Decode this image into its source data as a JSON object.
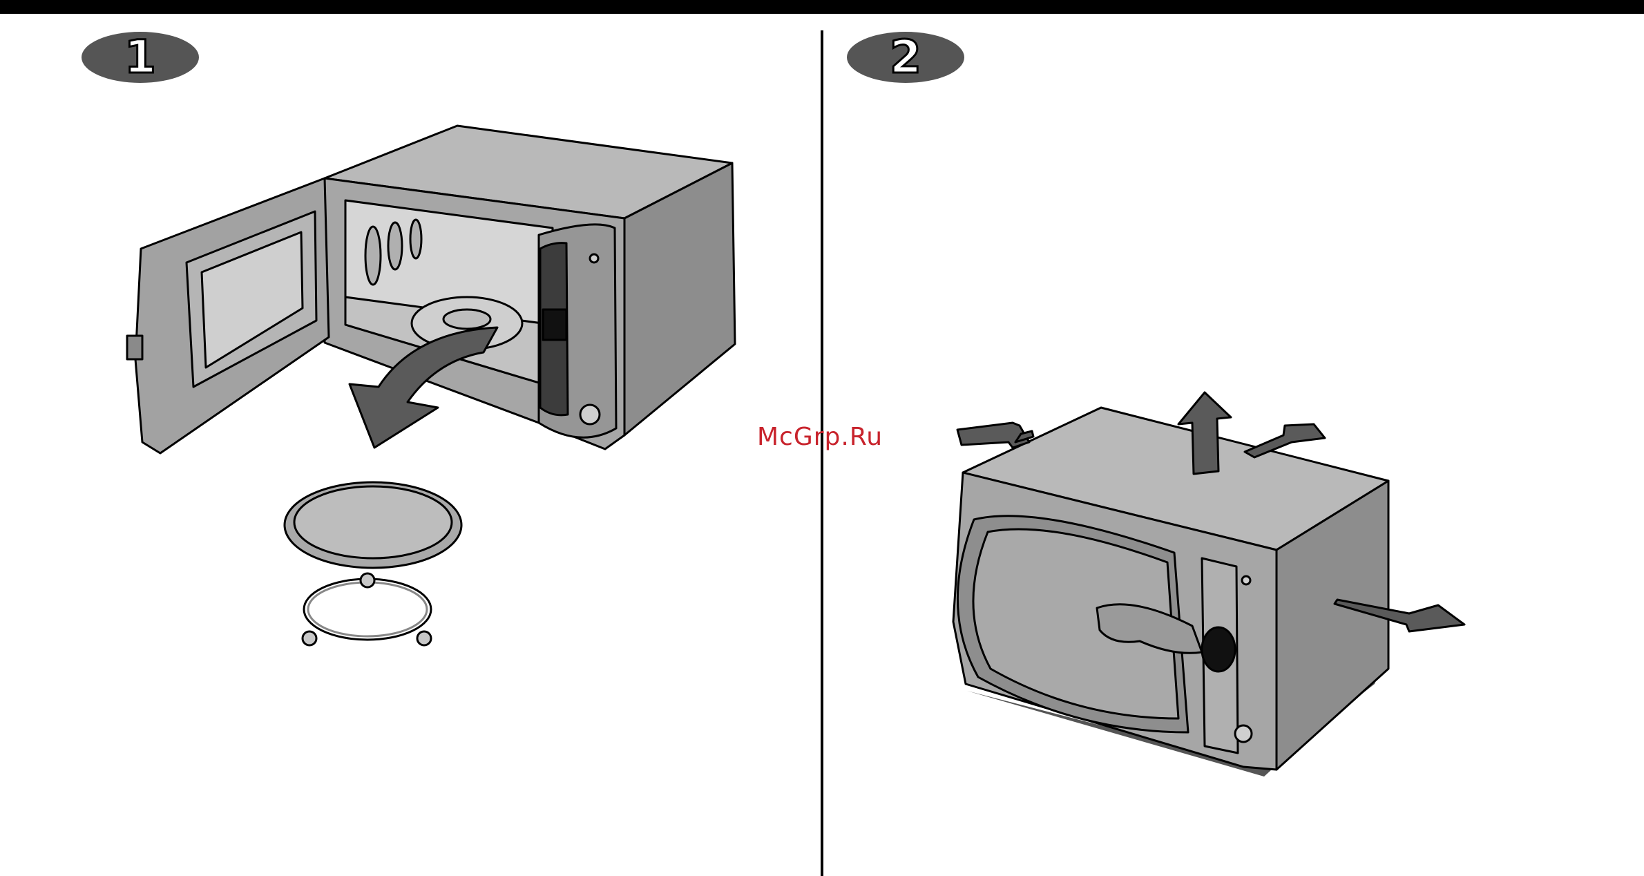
{
  "steps": [
    {
      "number": "1"
    },
    {
      "number": "2"
    }
  ],
  "watermark": "McGrp.Ru",
  "colors": {
    "badge_fill": "#555555",
    "appliance_body": "#a8a8a8",
    "appliance_dark": "#7a7a7a",
    "arrow": "#5a5a5a",
    "watermark": "#c8232c"
  }
}
